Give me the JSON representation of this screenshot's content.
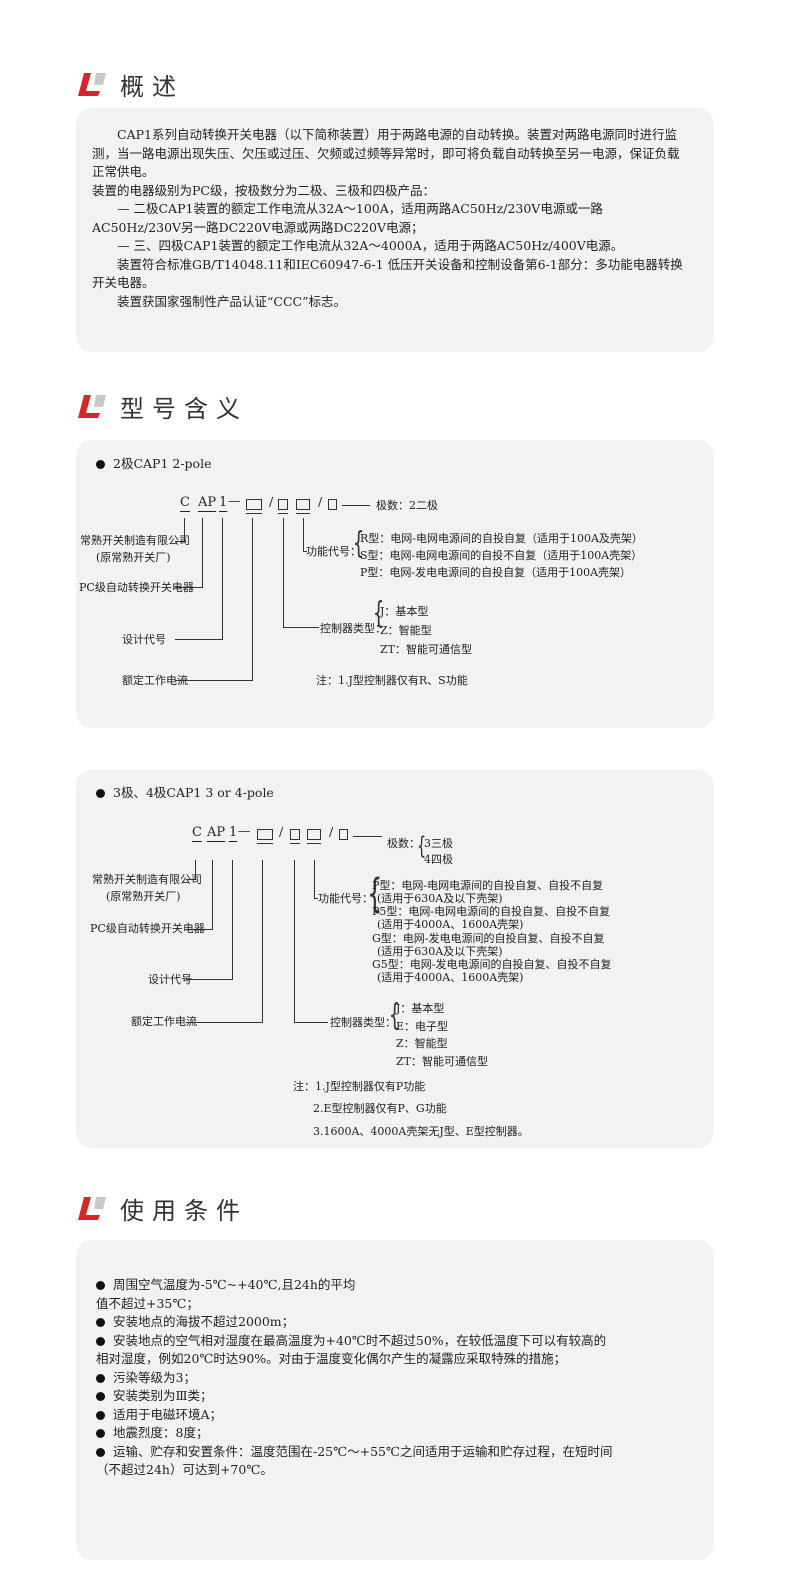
{
  "sections": {
    "overview": "概述",
    "model": "型号含义",
    "conditions": "使用条件"
  },
  "overview": {
    "paragraphs": [
      "　　CAP1系列自动转换开关电器（以下简称装置）用于两路电源的自动转换。装置对两路电源同时进行监测，当一路电源出现失压、欠压或过压、欠频或过频等异常时，即可将负载自动转换至另一电源，保证负载正常供电。",
      "装置的电器级别为PC级，按极数分为二极、三极和四极产品：",
      "　　— 二极CAP1装置的额定工作电流从32A～100A，适用两路AC50Hz/230V电源或一路AC50Hz/230V另一路DC220V电源或两路DC220V电源；",
      "　　— 三、四极CAP1装置的额定工作电流从32A～4000A，适用于两路AC50Hz/400V电源。",
      "　　装置符合标准GB/T14048.11和IEC60947-6-1 低压开关设备和控制设备第6-1部分：多功能电器转换开关电器。",
      "　　装置获国家强制性产品认证“CCC”标志。"
    ]
  },
  "two_pole": {
    "title": "2极CAP1 2-pole",
    "c": "C",
    "ap": "AP",
    "one": "1",
    "dash": "—",
    "slash": "/",
    "poles": "极数：2二极",
    "company": "常熟开关制造有限公司",
    "company2": "(原常熟开关厂)",
    "pc": "PC级自动转换开关电器",
    "design": "设计代号",
    "current": "额定工作电流",
    "func_label": "功能代号：",
    "funcs": [
      "R型：电网-电网电源间的自投自复（适用于100A及壳架）",
      "S型：电网-电网电源间的自投不自复（适用于100A壳架）",
      "P型：电网-发电电源间的自投自复（适用于100A壳架）"
    ],
    "ctrl_label": "控制器类型：",
    "ctrls": [
      "J：基本型",
      "Z：智能型",
      "ZT：智能可通信型"
    ],
    "note": "注：1.J型控制器仅有R、S功能"
  },
  "three_pole": {
    "title": "3极、4极CAP1 3 or 4-pole",
    "c": "C",
    "ap": "AP",
    "one": "1",
    "dash": "—",
    "slash": "/",
    "poles_label": "极数：",
    "poles": [
      "3三极",
      "4四极"
    ],
    "company": "常熟开关制造有限公司",
    "company2": "(原常熟开关厂)",
    "pc": "PC级自动转换开关电器",
    "design": "设计代号",
    "current": "额定工作电流",
    "func_label": "功能代号：",
    "funcs": [
      "P型：电网-电网电源间的自投自复、自投不自复",
      "(适用于630A及以下壳架)",
      "P5型：电网-电网电源间的自投自复、自投不自复",
      "(适用于4000A、1600A壳架)",
      "G型：电网-发电电源间的自投自复、自投不自复",
      "(适用于630A及以下壳架)",
      "G5型：电网-发电电源间的自投自复、自投不自复",
      "(适用于4000A、1600A壳架)"
    ],
    "ctrl_label": "控制器类型：",
    "ctrls": [
      "J：基本型",
      "E：电子型",
      "Z：智能型",
      "ZT：智能可通信型"
    ],
    "notes": [
      "注：1.J型控制器仅有P功能",
      "2.E型控制器仅有P、G功能",
      "3.1600A、4000A壳架无J型、E型控制器。"
    ]
  },
  "conditions": {
    "items": [
      "周围空气温度为-5℃~+40℃,且24h的平均",
      "值不超过+35℃；",
      "安装地点的海拔不超过2000m；",
      "安装地点的空气相对湿度在最高温度为+40℃时不超过50%，在较低温度下可以有较高的",
      "相对湿度，例如20℃时达90%。对由于温度变化偶尔产生的凝露应采取特殊的措施；",
      "污染等级为3；",
      "安装类别为Ⅲ类；",
      "适用于电磁环境A；",
      "地震烈度：8度；",
      "运输、贮存和安置条件：温度范围在-25℃～+55℃之间适用于运输和贮存过程，在短时间",
      "（不超过24h）可达到+70℃。"
    ]
  },
  "colors": {
    "accent": "#d7262b",
    "gray": "#c8c8c8",
    "panel": "#f2f2f2"
  }
}
